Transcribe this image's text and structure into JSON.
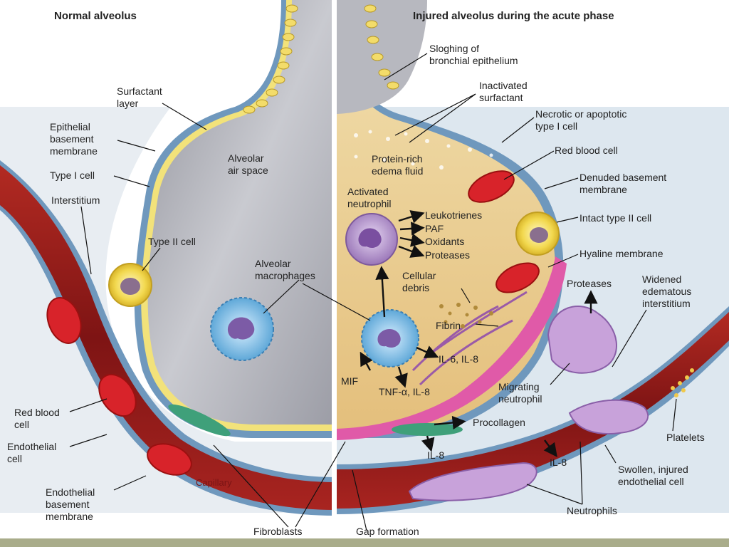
{
  "headings": {
    "left": "Normal alveolus",
    "right": "Injured alveolus during the acute phase"
  },
  "left_labels": {
    "surfactant_layer": "Surfactant\nlayer",
    "epithelial_basement_membrane": "Epithelial\nbasement\nmembrane",
    "type_i_cell": "Type I cell",
    "interstitium": "Interstitium",
    "type_ii_cell": "Type II cell",
    "alveolar_air_space": "Alveolar\nair space",
    "alveolar_macrophages": "Alveolar\nmacrophages",
    "red_blood_cell": "Red blood\ncell",
    "endothelial_cell": "Endothelial\ncell",
    "endothelial_basement_membrane": "Endothelial\nbasement\nmembrane",
    "capillary": "Capillary",
    "fibroblasts": "Fibroblasts"
  },
  "right_labels": {
    "sloghing": "Sloghing of\nbronchial epithelium",
    "inactivated_surfactant": "Inactivated\nsurfactant",
    "necrotic_cell": "Necrotic or apoptotic\ntype I cell",
    "red_blood_cell": "Red blood cell",
    "protein_rich_edema": "Protein-rich\nedema fluid",
    "denuded_basement_membrane": "Denuded basement\nmembrane",
    "activated_neutrophil": "Activated\nneutrophil",
    "leukotrienes": "Leukotrienes",
    "paf": "PAF",
    "oxidants": "Oxidants",
    "proteases_list": "Proteases",
    "intact_type_ii": "Intact type II cell",
    "hyaline_membrane": "Hyaline membrane",
    "cellular_debris": "Cellular\ndebris",
    "proteases": "Proteases",
    "widened_interstitium": "Widened\nedematous\ninterstitium",
    "fibrin": "Fibrin",
    "il6_il8": "IL-6, IL-8",
    "mif": "MIF",
    "tnf_il8": "TNF-α, IL-8",
    "migrating_neutrophil": "Migrating\nneutrophil",
    "procollagen": "Procollagen",
    "il8_a": "IL-8",
    "il8_b": "IL-8",
    "platelets": "Platelets",
    "swollen_endothelial": "Swollen, injured\nendothelial cell",
    "neutrophils": "Neutrophils",
    "gap_formation": "Gap formation"
  },
  "colors": {
    "air_space": "#a9aab2",
    "edema_fluid": "#e8c98a",
    "capillary_red": "#8e1a1a",
    "rbc_red": "#d8232a",
    "hyaline_pink": "#e05aa8",
    "interstitium_blue": "#dce6ee",
    "surfactant_yellow": "#f2e27a",
    "epithelium_blue": "#6f98bd",
    "macrophage_blue": "#7fbfe6",
    "neutrophil_purple": "#a987c4",
    "fibroblast_green": "#3fa07a"
  }
}
